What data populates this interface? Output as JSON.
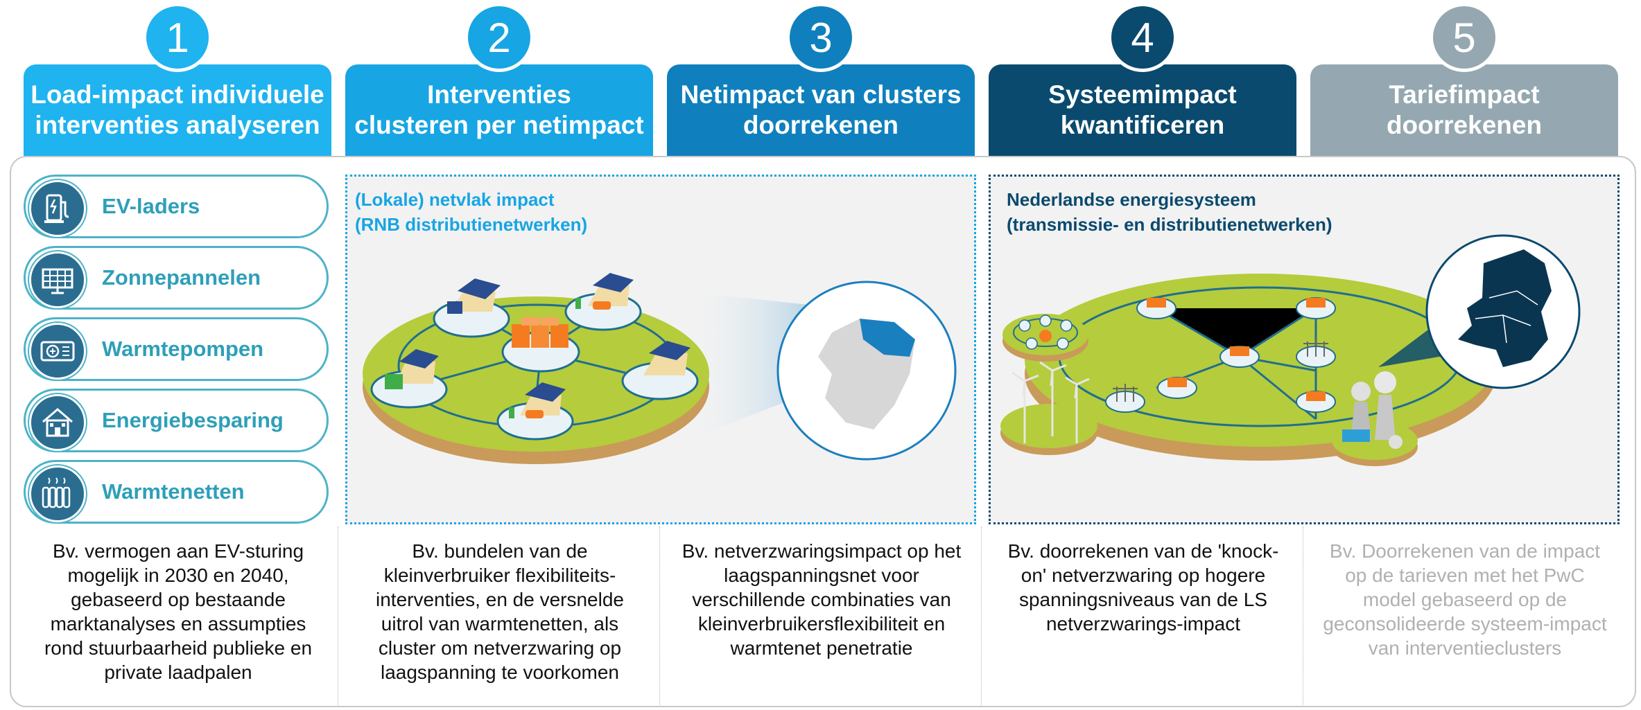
{
  "steps": [
    {
      "number": "1",
      "title": "Load-impact individuele\ninterventies analyseren",
      "color": "#1fb3f0"
    },
    {
      "number": "2",
      "title": "Interventies\nclusteren per netimpact",
      "color": "#17a5e4"
    },
    {
      "number": "3",
      "title": "Netimpact van clusters\ndoorrekenen",
      "color": "#0f80bd"
    },
    {
      "number": "4",
      "title": "Systeemimpact\nkwantificeren",
      "color": "#0a4a6e"
    },
    {
      "number": "5",
      "title": "Tariefimpact\ndoorrekenen",
      "color": "#95a8b1"
    }
  ],
  "interventions": [
    {
      "label": "EV-laders",
      "icon": "ev-charger-icon"
    },
    {
      "label": "Zonnepannelen",
      "icon": "solar-panel-icon"
    },
    {
      "label": "Warmtepompen",
      "icon": "heat-pump-icon"
    },
    {
      "label": "Energiebesparing",
      "icon": "house-icon"
    },
    {
      "label": "Warmtenetten",
      "icon": "radiator-icon"
    }
  ],
  "local_box": {
    "title_line1": "(Lokale) netvlak impact",
    "title_line2": "(RNB distributienetwerken)",
    "color": "#17a5e4"
  },
  "national_box": {
    "title_line1": "Nederlandse energiesysteem",
    "title_line2": "(transmissie- en distributienetwerken)",
    "color": "#0a4a6e"
  },
  "descriptions": [
    {
      "lines": [
        "Bv. vermogen aan EV-sturing",
        "mogelijk in 2030 en 2040,",
        "gebaseerd op bestaande",
        "marktanalyses en assumpties",
        "rond stuurbaarheid publieke en",
        "private laadpalen"
      ]
    },
    {
      "lines": [
        "Bv. bundelen van de",
        "kleinverbruiker flexibiliteits-",
        "interventies, en de versnelde",
        "uitrol van warmtenetten, als",
        "cluster om netverzwaring op",
        "laagspanning te voorkomen"
      ]
    },
    {
      "lines": [
        "Bv. netverzwaringsimpact op het",
        "laagspanningsnet voor",
        "verschillende combinaties van",
        "kleinverbruikersflexibiliteit en",
        "warmtenet penetratie"
      ]
    },
    {
      "lines": [
        "Bv. doorrekenen van de 'knock-",
        "on' netverzwaring op hogere",
        "spanningsniveaus van de LS",
        "netverzwarings-impact"
      ]
    },
    {
      "lines": [
        "Bv. Doorrekenen van de impact",
        "op de tarieven met het PwC",
        "model gebaseerd op de",
        "geconsolideerde systeem-impact",
        "van interventieclusters"
      ]
    }
  ],
  "colors": {
    "grass": "#b5cc3c",
    "soil": "#c99a5a",
    "network_line": "#1f6f8f",
    "battery": "#f47b20",
    "text_muted": "#b0b0b0"
  }
}
